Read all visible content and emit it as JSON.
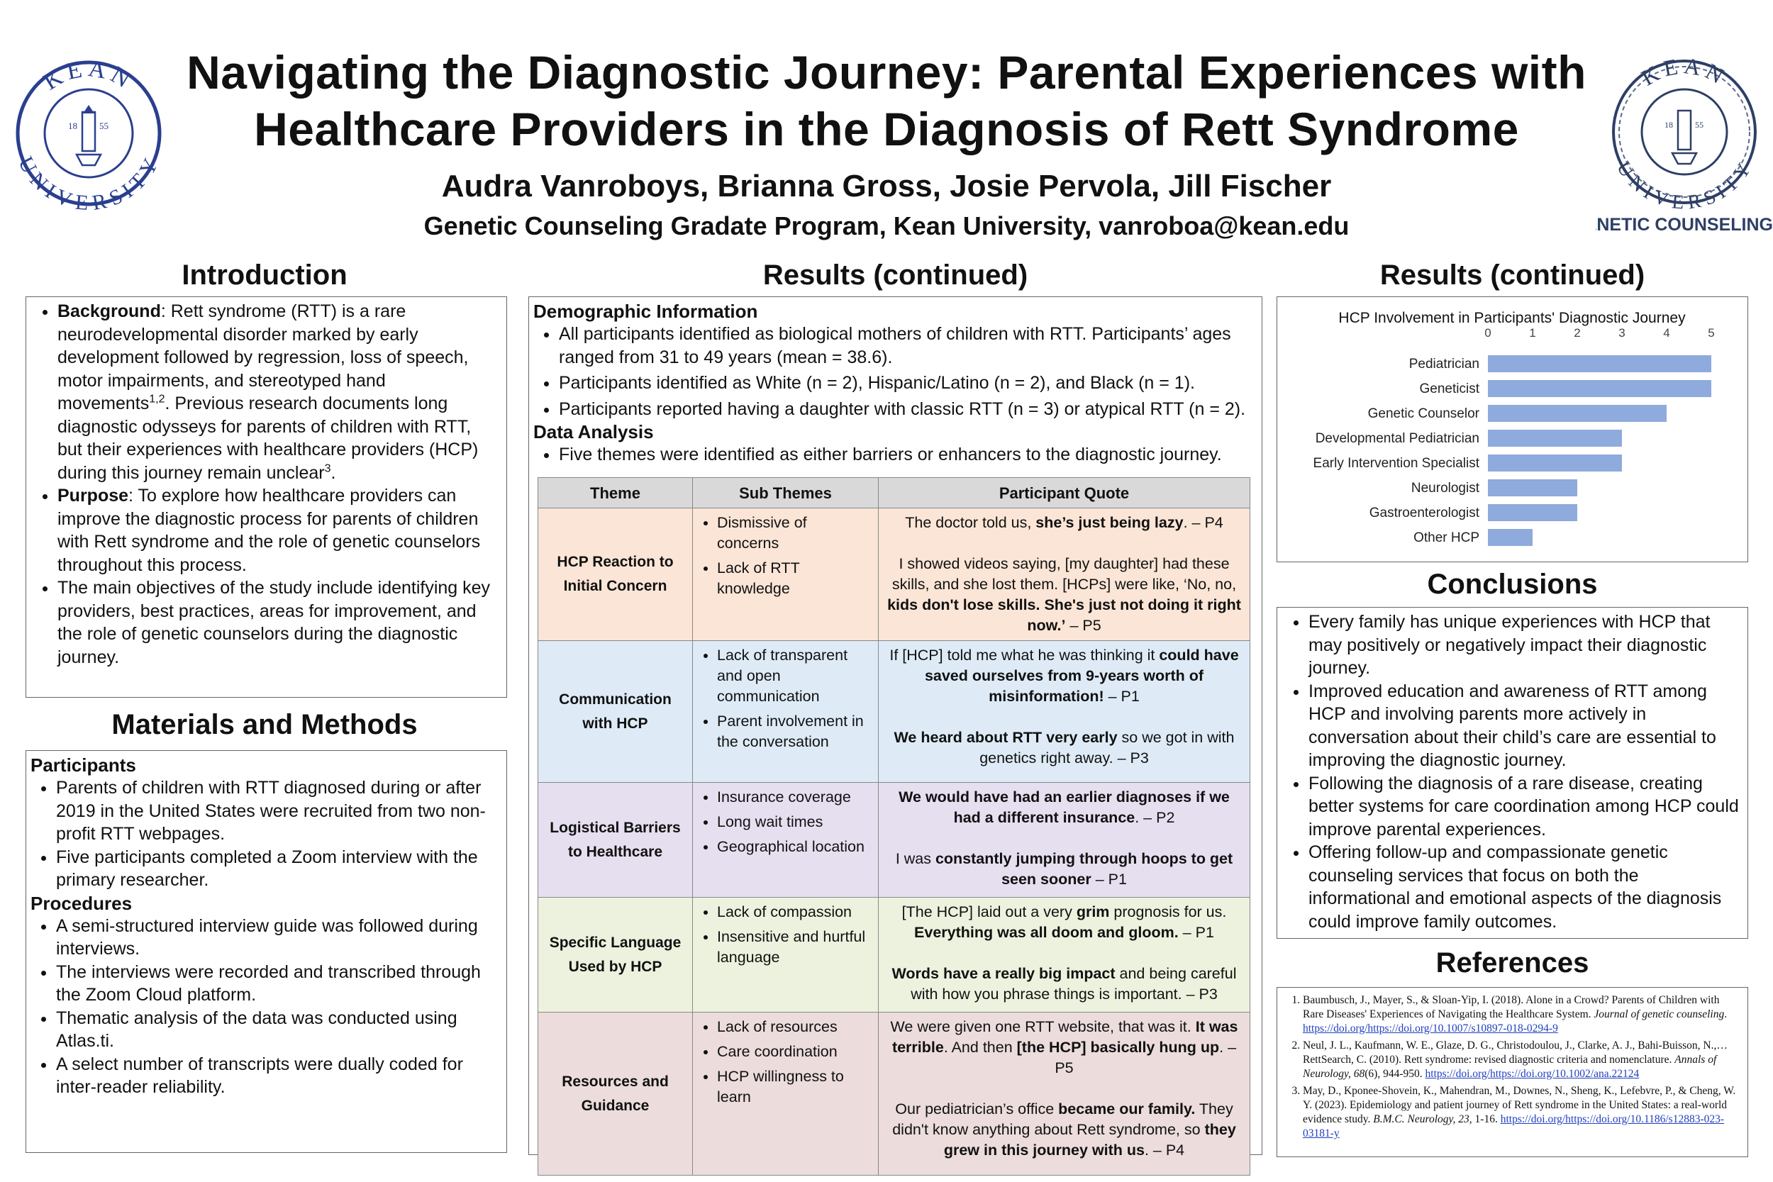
{
  "header": {
    "title_line1": "Navigating the Diagnostic Journey: Parental Experiences with",
    "title_line2": "Healthcare Providers in the Diagnosis of Rett Syndrome",
    "authors": "Audra Vanroboys, Brianna Gross, Josie Pervola, Jill Fischer",
    "affiliation": "Genetic Counseling Gradate Program, Kean University, vanroboa@kean.edu",
    "logo_left": {
      "top_text": "KEAN",
      "bottom_text": "UNIVERSITY",
      "year_left": "18",
      "year_right": "55"
    },
    "logo_right": {
      "top_text": "KEAN",
      "bottom_text": "UNIVERSITY",
      "year_left": "18",
      "year_right": "55",
      "caption": "GENETIC COUNSELING"
    }
  },
  "introduction": {
    "heading": "Introduction",
    "bullets": [
      {
        "label": "Background",
        "text_a": ": Rett syndrome (RTT) is a rare neurodevelopmental disorder marked by early development followed by regression, loss of speech, motor impairments, and stereotyped hand movements",
        "sup_a": "1,2",
        "text_b": ". Previous research documents long diagnostic odysseys for parents of children with RTT, but their experiences with healthcare providers (HCP) during this journey remain unclear",
        "sup_b": "3",
        "text_c": "."
      },
      {
        "label": "Purpose",
        "text": ": To explore how healthcare providers can improve the diagnostic process for parents of children with Rett syndrome and the role of genetic counselors throughout this process."
      },
      {
        "text": "The main objectives of the study include identifying key providers, best practices, areas for improvement, and the role of genetic counselors during the diagnostic journey."
      }
    ]
  },
  "methods": {
    "heading": "Materials and Methods",
    "participants_heading": "Participants",
    "participants": [
      "Parents of children with RTT diagnosed during or after 2019 in the United States were recruited from two non-profit RTT webpages.",
      "Five participants completed a Zoom interview with the primary researcher."
    ],
    "procedures_heading": "Procedures",
    "procedures": [
      "A semi-structured interview guide was followed during interviews.",
      "The interviews were recorded and transcribed through the Zoom Cloud platform.",
      "Thematic analysis of the data was conducted using Atlas.ti.",
      "A select number of transcripts were dually coded for inter-reader reliability."
    ]
  },
  "results_mid": {
    "heading": "Results (continued)",
    "demo_heading": "Demographic Information",
    "demo": [
      "All participants identified as biological mothers of children with RTT. Participants’ ages ranged from 31 to 49 years (mean = 38.6).",
      "Participants identified as White (n = 2), Hispanic/Latino (n = 2), and Black (n = 1).",
      "Participants reported having a daughter with classic RTT (n = 3) or atypical RTT (n = 2)."
    ],
    "analysis_heading": "Data Analysis",
    "analysis": [
      "Five themes were identified as either barriers or enhancers to the diagnostic journey."
    ],
    "table": {
      "headers": [
        "Theme",
        "Sub Themes",
        "Participant Quote"
      ],
      "rows": [
        {
          "theme": "HCP Reaction to Initial Concern",
          "color": "#fbe5d6",
          "subthemes": [
            "Dismissive of concerns",
            "Lack of RTT knowledge"
          ],
          "quotes": [
            [
              {
                "t": "The doctor told us, "
              },
              {
                "t": "she’s just being lazy",
                "b": true
              },
              {
                "t": ". – P4"
              }
            ],
            [
              {
                "t": "I showed videos saying, [my daughter] had these skills, and she lost them. [HCPs] were like, ‘No, no, "
              },
              {
                "t": "kids don't lose skills. She's just not doing it right now.’",
                "b": true
              },
              {
                "t": " – P5"
              }
            ]
          ]
        },
        {
          "theme": "Communication with HCP",
          "color": "#deebf7",
          "subthemes": [
            "Lack of transparent and open communication",
            "Parent involvement in the conversation"
          ],
          "quotes": [
            [
              {
                "t": "If [HCP] told me what he was thinking it "
              },
              {
                "t": "could have saved ourselves from 9-years worth of misinformation!",
                "b": true
              },
              {
                "t": " – P1"
              }
            ],
            [
              {
                "t": "We heard about RTT very early",
                "b": true
              },
              {
                "t": " so we got in with genetics right away. – P3"
              }
            ]
          ]
        },
        {
          "theme": "Logistical Barriers to Healthcare",
          "color": "#e6dff0",
          "subthemes": [
            "Insurance coverage",
            "Long wait times",
            "Geographical location"
          ],
          "quotes": [
            [
              {
                "t": "We would have had an earlier diagnoses if we had a different insurance",
                "b": true
              },
              {
                "t": ". – P2"
              }
            ],
            [
              {
                "t": "I was "
              },
              {
                "t": "constantly jumping through hoops to get seen sooner",
                "b": true
              },
              {
                "t": " – P1"
              }
            ]
          ]
        },
        {
          "theme": "Specific Language Used by HCP",
          "color": "#edf2de",
          "subthemes": [
            "Lack of compassion",
            "Insensitive and hurtful language"
          ],
          "quotes": [
            [
              {
                "t": "[The HCP] laid out a very "
              },
              {
                "t": "grim",
                "b": true
              },
              {
                "t": " prognosis for us. "
              },
              {
                "t": "Everything was all doom and gloom.",
                "b": true
              },
              {
                "t": " – P1"
              }
            ],
            [
              {
                "t": "Words have a really big impact",
                "b": true
              },
              {
                "t": " and being careful with how you phrase things is important. – P3"
              }
            ]
          ]
        },
        {
          "theme": "Resources and Guidance",
          "color": "#ecdcdc",
          "subthemes": [
            "Lack of resources",
            "Care coordination",
            "HCP willingness to learn"
          ],
          "quotes": [
            [
              {
                "t": "We were given one RTT website, that was it. "
              },
              {
                "t": "It was terrible",
                "b": true
              },
              {
                "t": ". And then "
              },
              {
                "t": "[the HCP] basically hung up",
                "b": true
              },
              {
                "t": ". – P5"
              }
            ],
            [
              {
                "t": "Our pediatrician’s office "
              },
              {
                "t": "became our family.",
                "b": true
              },
              {
                "t": " They didn't know anything about Rett syndrome, so "
              },
              {
                "t": "they grew in this journey with us",
                "b": true
              },
              {
                "t": ". – P4"
              }
            ]
          ]
        }
      ]
    }
  },
  "results_right": {
    "heading": "Results (continued)"
  },
  "chart_data": {
    "type": "bar",
    "orientation": "horizontal",
    "title": "HCP Involvement in Participants' Diagnostic Journey",
    "categories": [
      "Pediatrician",
      "Geneticist",
      "Genetic Counselor",
      "Developmental Pediatrician",
      "Early Intervention Specialist",
      "Neurologist",
      "Gastroenterologist",
      "Other HCP"
    ],
    "values": [
      5,
      5,
      4,
      3,
      3,
      2,
      2,
      1
    ],
    "xlim": [
      0,
      5
    ],
    "xticks": [
      "0",
      "1",
      "2",
      "3",
      "4",
      "5"
    ],
    "axis_position": "top",
    "grid": false,
    "legend": false,
    "color": "#8faadc"
  },
  "conclusions": {
    "heading": "Conclusions",
    "bullets": [
      "Every family has unique experiences with HCP that may positively or negatively impact their diagnostic journey.",
      "Improved education and awareness of RTT among HCP and involving parents more actively in conversation about their child’s care are essential to improving the diagnostic journey.",
      "Following the diagnosis of a rare disease, creating better systems for care coordination among HCP could improve parental experiences.",
      "Offering follow-up and compassionate genetic counseling services that focus on both the informational and emotional aspects of the diagnosis could improve family outcomes."
    ]
  },
  "references": {
    "heading": "References",
    "items": [
      {
        "text": "Baumbusch, J., Mayer, S., & Sloan-Yip, I. (2018). Alone in a Crowd? Parents of Children with Rare Diseases' Experiences of Navigating the Healthcare System. ",
        "journal": "Journal of genetic counseling",
        "after": ". ",
        "link": "https://doi.org/https://doi.org/10.1007/s10897-018-0294-9"
      },
      {
        "text": " Neul, J. L., Kaufmann, W. E., Glaze, D. G., Christodoulou, J., Clarke, A. J., Bahi-Buisson, N.,…RettSearch, C. (2010). Rett syndrome: revised diagnostic criteria and nomenclature. ",
        "journal": "Annals of Neurology, 68",
        "after": "(6), 944-950. ",
        "link": "https://doi.org/https://doi.org/10.1002/ana.22124"
      },
      {
        "text": " May, D., Kponee-Shovein, K., Mahendran, M., Downes, N., Sheng, K., Lefebvre, P., & Cheng, W. Y. (2023). Epidemiology and patient journey of Rett syndrome in the United States: a real-world evidence study. ",
        "journal": "B.M.C. Neurology, 23",
        "after": ", 1-16. ",
        "link": "https://doi.org/https://doi.org/10.1186/s12883-023-03181-y"
      }
    ]
  }
}
